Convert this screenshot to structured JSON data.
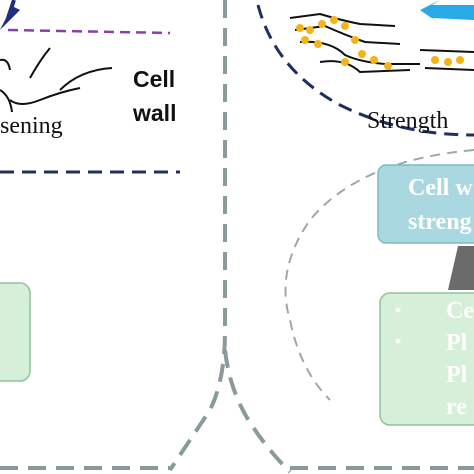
{
  "left_panel": {
    "cell_wall_label_line1": "Cell",
    "cell_wall_label_line2": "wall",
    "loosening_label": "sening"
  },
  "right_panel": {
    "strength_label": "Strength",
    "cell_wall_strength_box_line1": "Cell w",
    "cell_wall_strength_box_line2": "streng",
    "result_box_lines": [
      "Ce",
      "Pl",
      "Pl",
      "re"
    ]
  },
  "colors": {
    "dashed_outline": "#8a9a9a",
    "navy_dashed": "#1f2f5f",
    "purple_dashed": "#8a3fb0",
    "box_teal": "#a9d8e0",
    "box_green": "#d5efd8",
    "bead_orange": "#f2b416",
    "arrow_blue": "#29a9e6",
    "arrow_gray": "#6b6b6b"
  }
}
